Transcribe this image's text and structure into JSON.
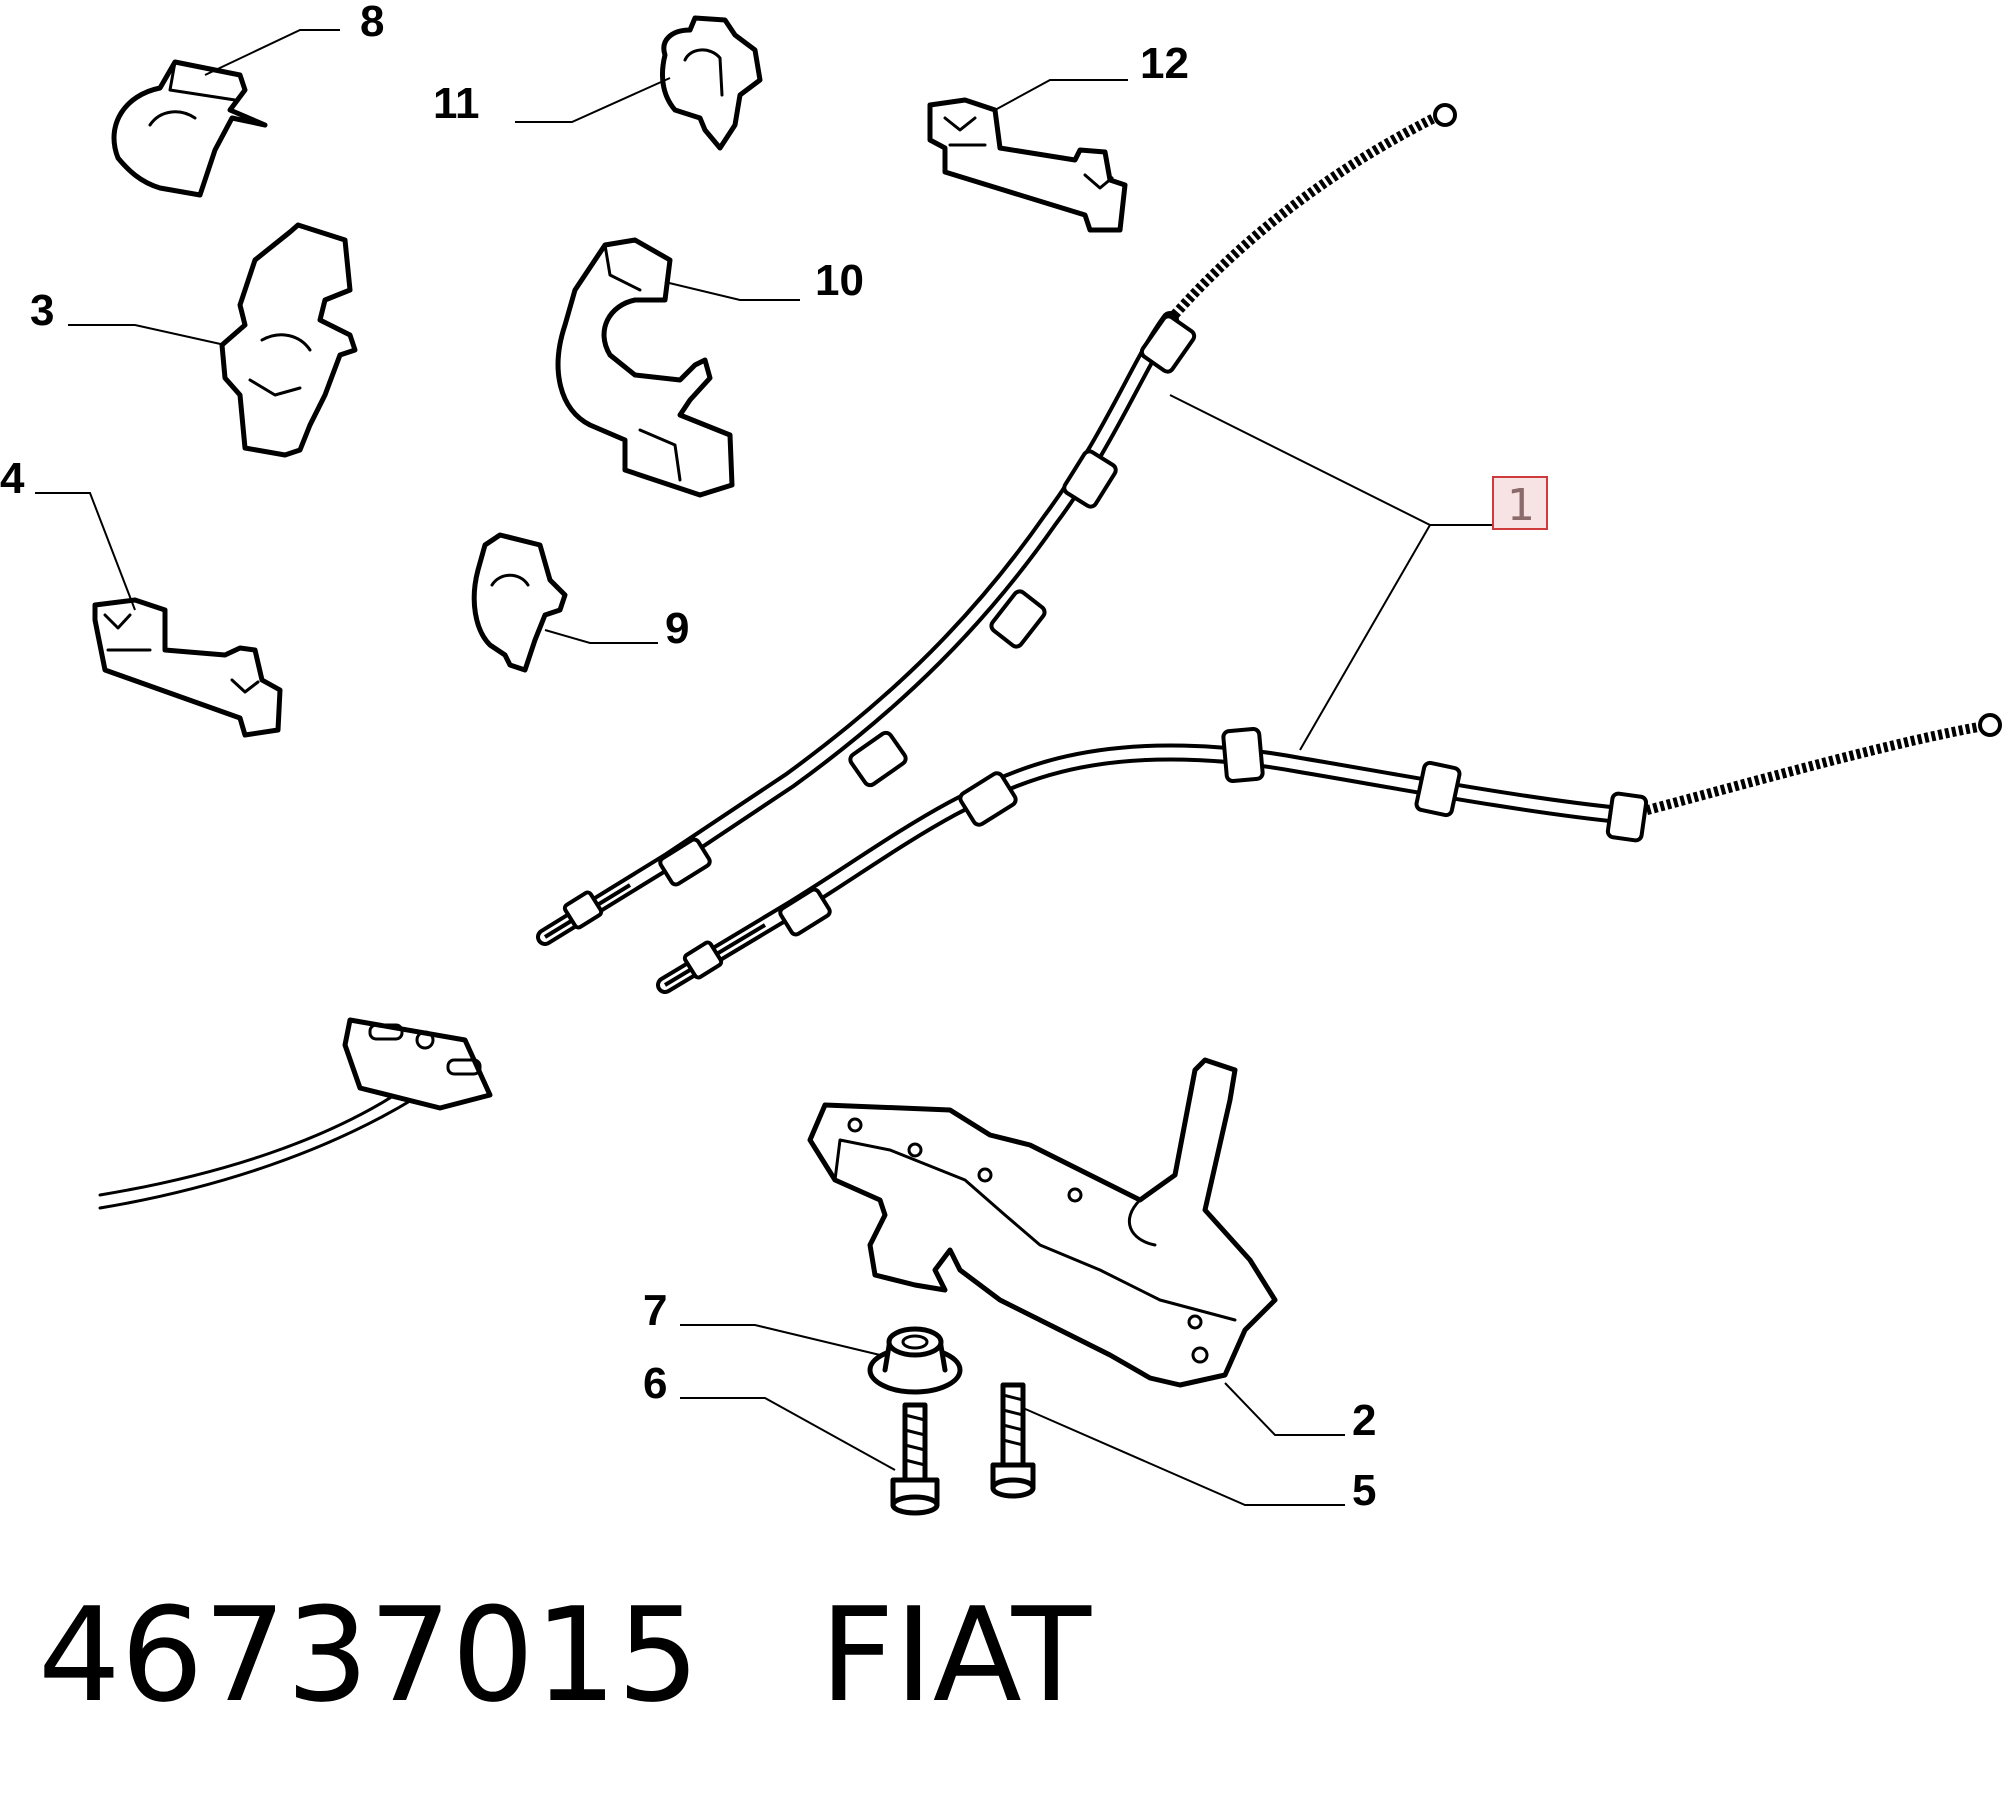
{
  "callouts": {
    "c1": "1",
    "c2": "2",
    "c3": "3",
    "c4": "4",
    "c5": "5",
    "c6": "6",
    "c7": "7",
    "c8": "8",
    "c9": "9",
    "c10": "10",
    "c11": "11",
    "c12": "12"
  },
  "footer": {
    "part_number": "46737015",
    "brand": "FIAT"
  },
  "colors": {
    "line": "#000000",
    "background": "#ffffff",
    "highlight_border": "#cf3a3a",
    "highlight_fill": "#f7e3e3"
  }
}
